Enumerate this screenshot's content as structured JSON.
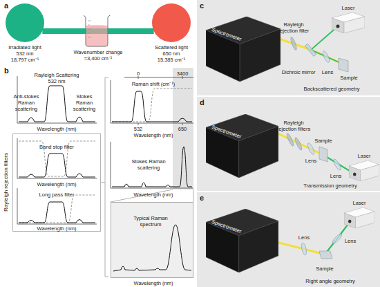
{
  "diagram": {
    "nodes": [
      {
        "text": [
          "Irradiated light",
          "532 nm",
          "18,797 cm⁻¹"
        ]
      },
      {
        "text": [
          "Scattered light",
          "650 nm",
          "15,385 cm⁻¹"
        ]
      },
      {
        "text": [
          "Rayleigh rejection filters"
        ]
      },
      {
        "text": [
          "Typical Raman spectrum"
        ]
      },
      {
        "text": [
          "Spectrometer"
        ]
      },
      {
        "text": [
          "Laser"
        ]
      },
      {
        "text": [
          "Spectrometer"
        ]
      },
      {
        "text": [
          "Laser"
        ]
      },
      {
        "text": [
          "Spectrometer"
        ]
      },
      {
        "text": [
          "Laser"
        ]
      }
    ],
    "edges": [
      {
        "from": 0,
        "to": 1,
        "arrow": "none",
        "label": "Wavenumber change ≈3,400 cm⁻¹"
      }
    ],
    "labels": [
      "a",
      "b",
      "Rayleigh Scattering",
      "532 nm",
      "Anti-stokes Raman scattering",
      "Stokes Raman scattering",
      "Wavelength (nm)",
      "Band stop filter",
      "Wavelength (nm)",
      "Long pass filter",
      "Wavelength (nm)",
      "Raman shift (cm⁻¹)",
      "0",
      "3400",
      "532",
      "650",
      "Wavelength (nm)",
      "Stokes Raman scattering",
      "Wavelength (nm)",
      "Wavelength (nm)",
      "c",
      "Rayleigh rejection filter",
      "Dichroic mirror",
      "Lens",
      "Sample",
      "Backscattered geometry",
      "d",
      "Rayleigh rejection filters",
      "Sample",
      "Lens",
      "Lens",
      "Transmission geometry",
      "e",
      "Lens",
      "Lens",
      "Sample",
      "Right angle geometry"
    ]
  }
}
